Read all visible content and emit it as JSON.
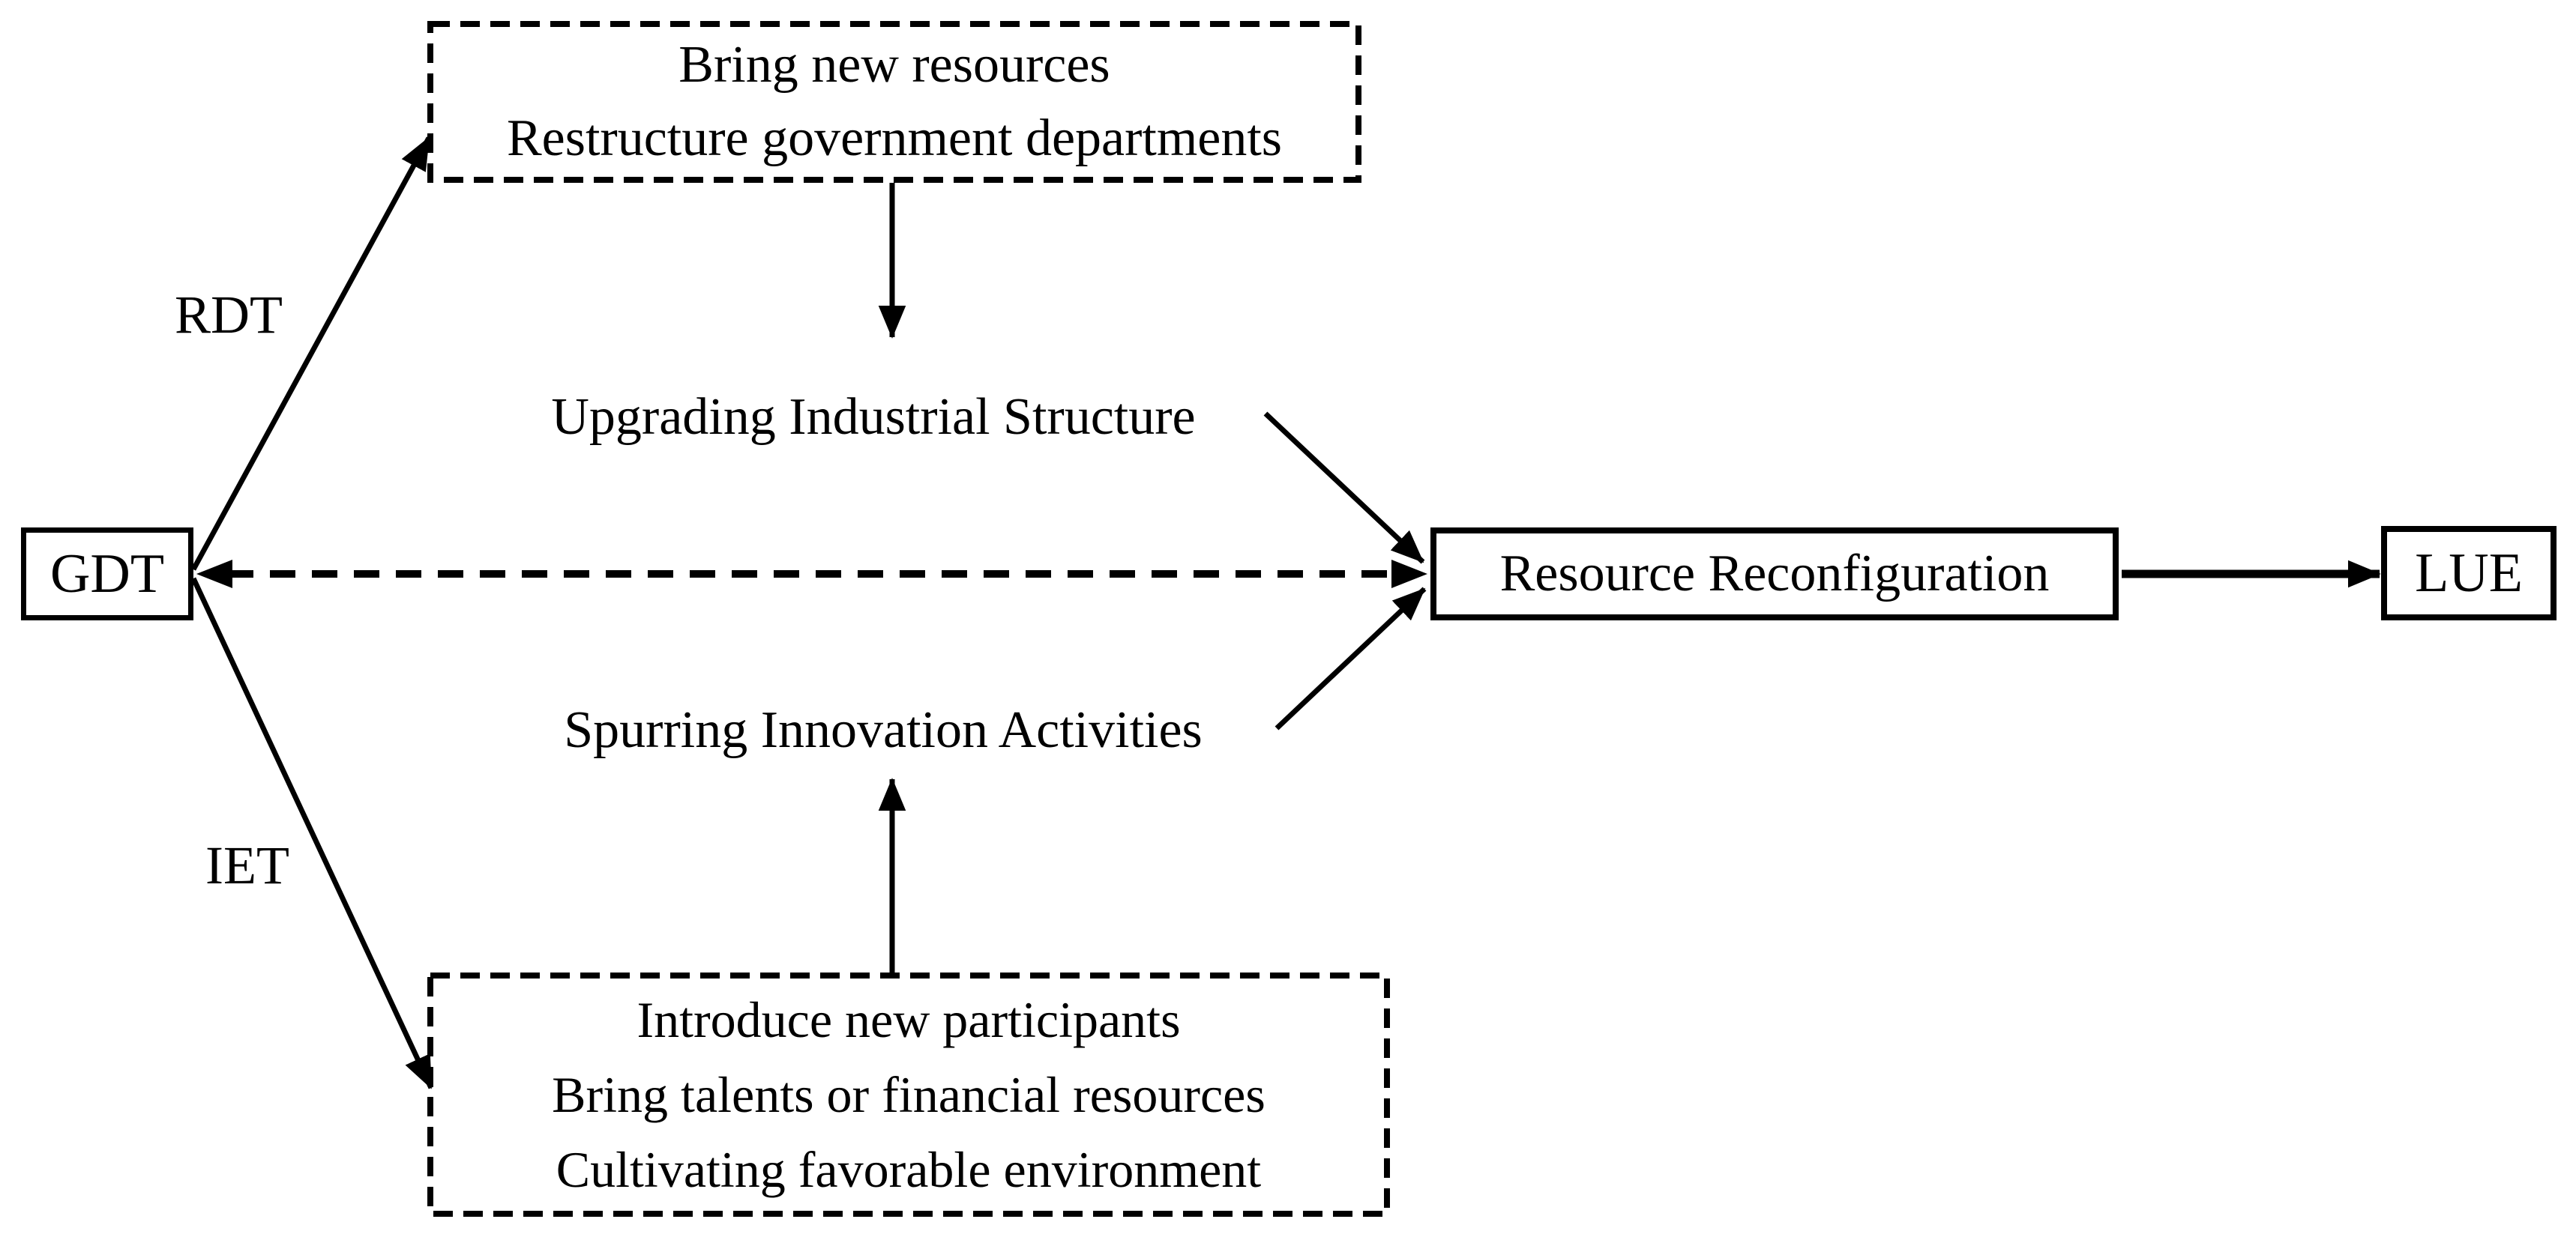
{
  "diagram": {
    "background": "#ffffff",
    "line_color": "#000000",
    "nodes": {
      "gdt": {
        "label": "GDT",
        "shape": "solid-box"
      },
      "top_mechanisms": {
        "shape": "dashed-box",
        "line1": "Bring new resources",
        "line2": "Restructure government departments"
      },
      "bottom_mechanisms": {
        "shape": "dashed-box",
        "line1": "Introduce new participants",
        "line2": "Bring talents or financial resources",
        "line3": "Cultivating favorable environment"
      },
      "upgrading_industrial_structure": {
        "label": "Upgrading Industrial Structure",
        "shape": "text"
      },
      "spurring_innovation_activities": {
        "label": "Spurring Innovation Activities",
        "shape": "text"
      },
      "resource_reconfiguration": {
        "label": "Resource Reconfiguration",
        "shape": "solid-box"
      },
      "lue": {
        "label": "LUE",
        "shape": "solid-box"
      }
    },
    "edge_labels": {
      "rdt": "RDT",
      "iet": "IET"
    },
    "edges": [
      {
        "from": "gdt",
        "to": "top_mechanisms",
        "label": "RDT",
        "style": "solid",
        "arrowhead": "end"
      },
      {
        "from": "gdt",
        "to": "bottom_mechanisms",
        "label": "IET",
        "style": "solid",
        "arrowhead": "end"
      },
      {
        "from": "gdt",
        "to": "resource_reconfiguration",
        "style": "dashed",
        "arrowhead": "both"
      },
      {
        "from": "top_mechanisms",
        "to": "upgrading_industrial_structure",
        "style": "solid",
        "arrowhead": "end"
      },
      {
        "from": "bottom_mechanisms",
        "to": "spurring_innovation_activities",
        "style": "solid",
        "arrowhead": "end"
      },
      {
        "from": "upgrading_industrial_structure",
        "to": "resource_reconfiguration",
        "style": "solid",
        "arrowhead": "end"
      },
      {
        "from": "spurring_innovation_activities",
        "to": "resource_reconfiguration",
        "style": "solid",
        "arrowhead": "end"
      },
      {
        "from": "resource_reconfiguration",
        "to": "lue",
        "style": "solid",
        "arrowhead": "end"
      }
    ]
  }
}
